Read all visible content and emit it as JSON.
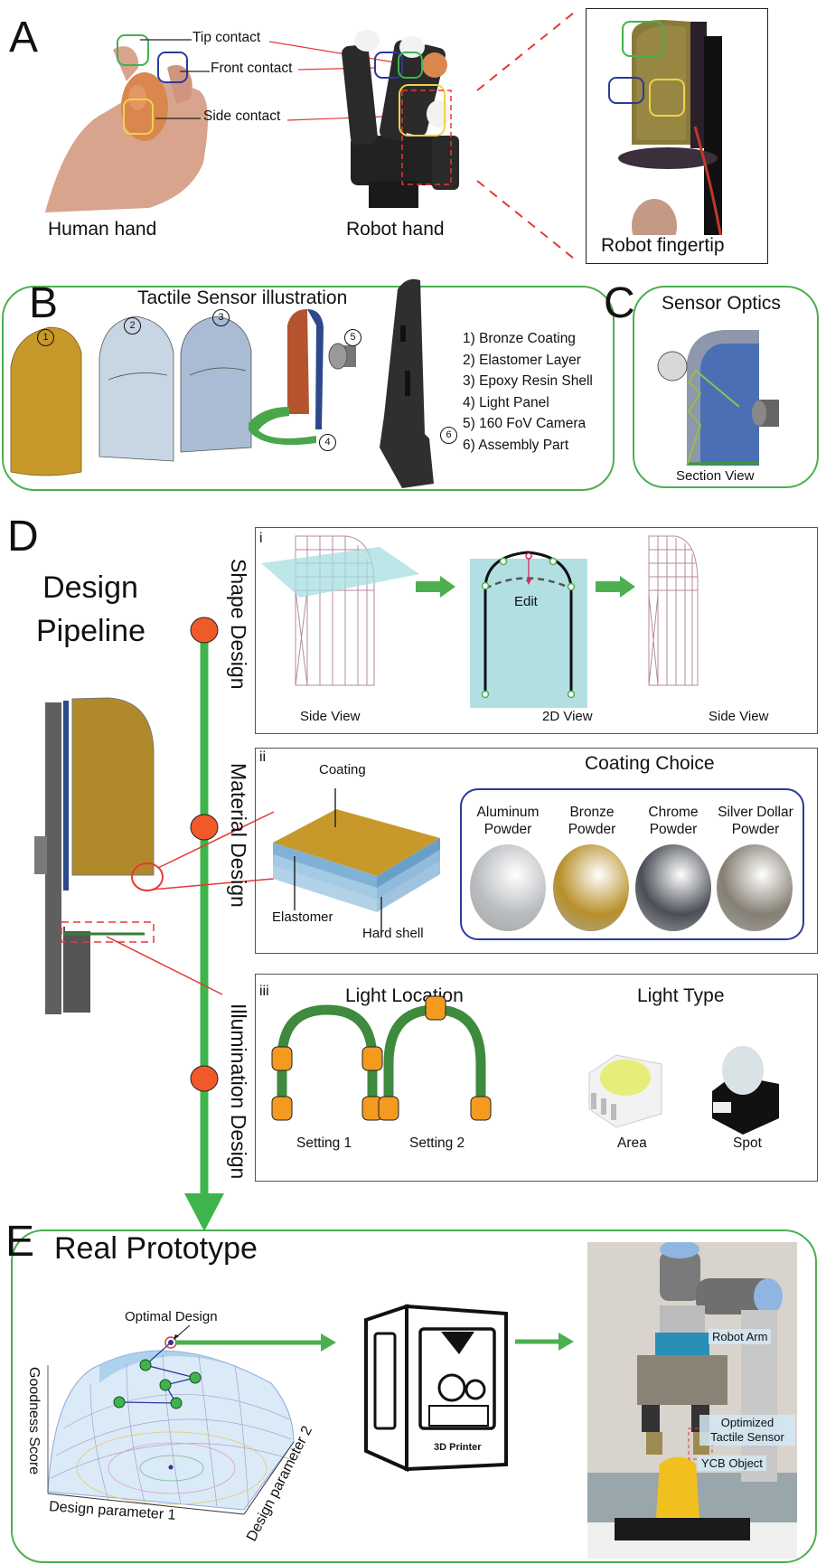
{
  "panel_a": {
    "letter": "A",
    "callouts": {
      "tip": "Tip contact",
      "front": "Front contact",
      "side": "Side contact"
    },
    "captions": {
      "human": "Human hand",
      "robot": "Robot hand",
      "fingertip": "Robot fingertip"
    },
    "contact_colors": {
      "tip": "#3fb34f",
      "front": "#2b3a9a",
      "side": "#f2d14a"
    }
  },
  "panel_b": {
    "letter": "B",
    "title": "Tactile Sensor illustration",
    "part_numbers": [
      "1",
      "2",
      "3",
      "4",
      "5",
      "6"
    ],
    "parts": [
      "1) Bronze Coating",
      "2) Elastomer Layer",
      "3) Epoxy Resin Shell",
      "4) Light Panel",
      "5) 160 FoV Camera",
      "6) Assembly Part"
    ]
  },
  "panel_c": {
    "letter": "C",
    "title": "Sensor Optics",
    "caption": "Section View"
  },
  "panel_d": {
    "letter": "D",
    "title_line1": "Design",
    "title_line2": "Pipeline",
    "stages": [
      "Shape Design",
      "Material Design",
      "Illumination Design"
    ],
    "shape": {
      "roman": "i",
      "captions": [
        "Side View",
        "2D View",
        "Side View"
      ],
      "edit_label": "Edit"
    },
    "material": {
      "roman": "ii",
      "coating_label": "Coating",
      "elastomer_label": "Elastomer",
      "hard_shell_label": "Hard shell",
      "choice_title": "Coating Choice",
      "choices": [
        {
          "line1": "Aluminum",
          "line2": "Powder",
          "color": "#b9bcbf"
        },
        {
          "line1": "Bronze",
          "line2": "Powder",
          "color": "#b8902a"
        },
        {
          "line1": "Chrome",
          "line2": "Powder",
          "color": "#4a4e56"
        },
        {
          "line1": "Silver Dollar",
          "line2": "Powder",
          "color": "#857f73"
        }
      ]
    },
    "illumination": {
      "roman": "iii",
      "location_title": "Light Location",
      "type_title": "Light Type",
      "settings": [
        "Setting 1",
        "Setting 2"
      ],
      "types": [
        "Area",
        "Spot"
      ]
    }
  },
  "panel_e": {
    "letter": "E",
    "title": "Real Prototype",
    "optimal_label": "Optimal Design",
    "axis_z": "Goodness Score",
    "axis_x": "Design parameter 1",
    "axis_y": "Design parameter 2",
    "printer_label": "3D Printer",
    "photo_labels": {
      "arm": "Robot Arm",
      "sensor_line1": "Optimized",
      "sensor_line2": "Tactile Sensor",
      "object": "YCB Object"
    }
  },
  "colors": {
    "accent_green": "#4caf50",
    "pipeline_dot": "#f05a28",
    "callout_red": "#e53935"
  }
}
